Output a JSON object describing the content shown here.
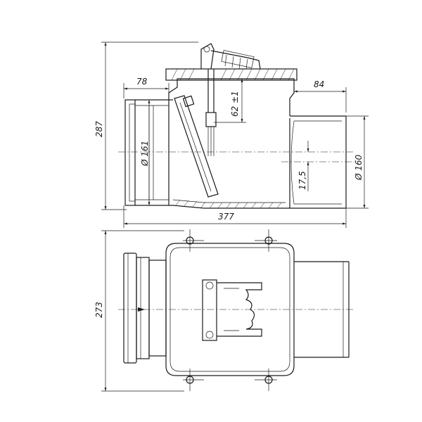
{
  "dimensions": {
    "height_top": "287",
    "socket_length": "78",
    "outlet_length": "84",
    "lid_offset": "62 ±1",
    "socket_diameter": "Ø 161",
    "outlet_diameter": "Ø 160",
    "offset": "17,5",
    "total_length": "377",
    "width_plan": "273"
  },
  "colors": {
    "line": "#1a1a1a",
    "background": "#ffffff"
  }
}
